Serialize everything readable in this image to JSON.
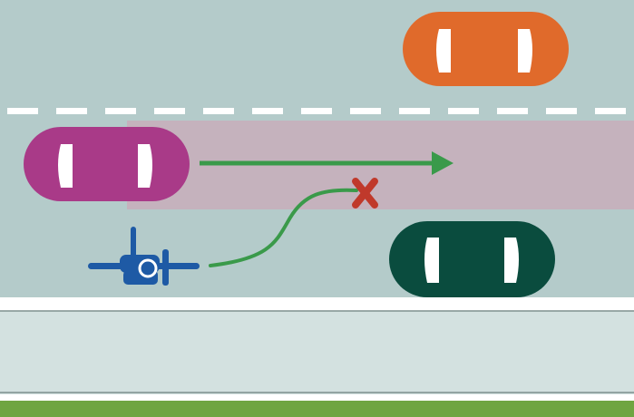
{
  "diagram": {
    "type": "road-illustration",
    "elements": {
      "road_color": "#b4cbca",
      "lane_divider_color": "#ffffff",
      "blocked_lane_color": "#c5b2bd",
      "sidewalk_color": "#d3e1e0",
      "grass_color": "#6fa541",
      "cars": [
        {
          "name": "orange-car",
          "color": "#e06a2b",
          "lane": "oncoming"
        },
        {
          "name": "magenta-car",
          "color": "#a93a88",
          "lane": "travel"
        },
        {
          "name": "green-car",
          "color": "#0a4c3e",
          "lane": "parked"
        }
      ],
      "cyclist": {
        "name": "cyclist-icon",
        "color": "#1e5aa5"
      },
      "straight_path_arrow": {
        "color": "#3a9a4a"
      },
      "swerve_path": {
        "color": "#3a9a4a"
      },
      "conflict_marker": {
        "name": "x-mark-icon",
        "color": "#c0392b"
      }
    }
  }
}
